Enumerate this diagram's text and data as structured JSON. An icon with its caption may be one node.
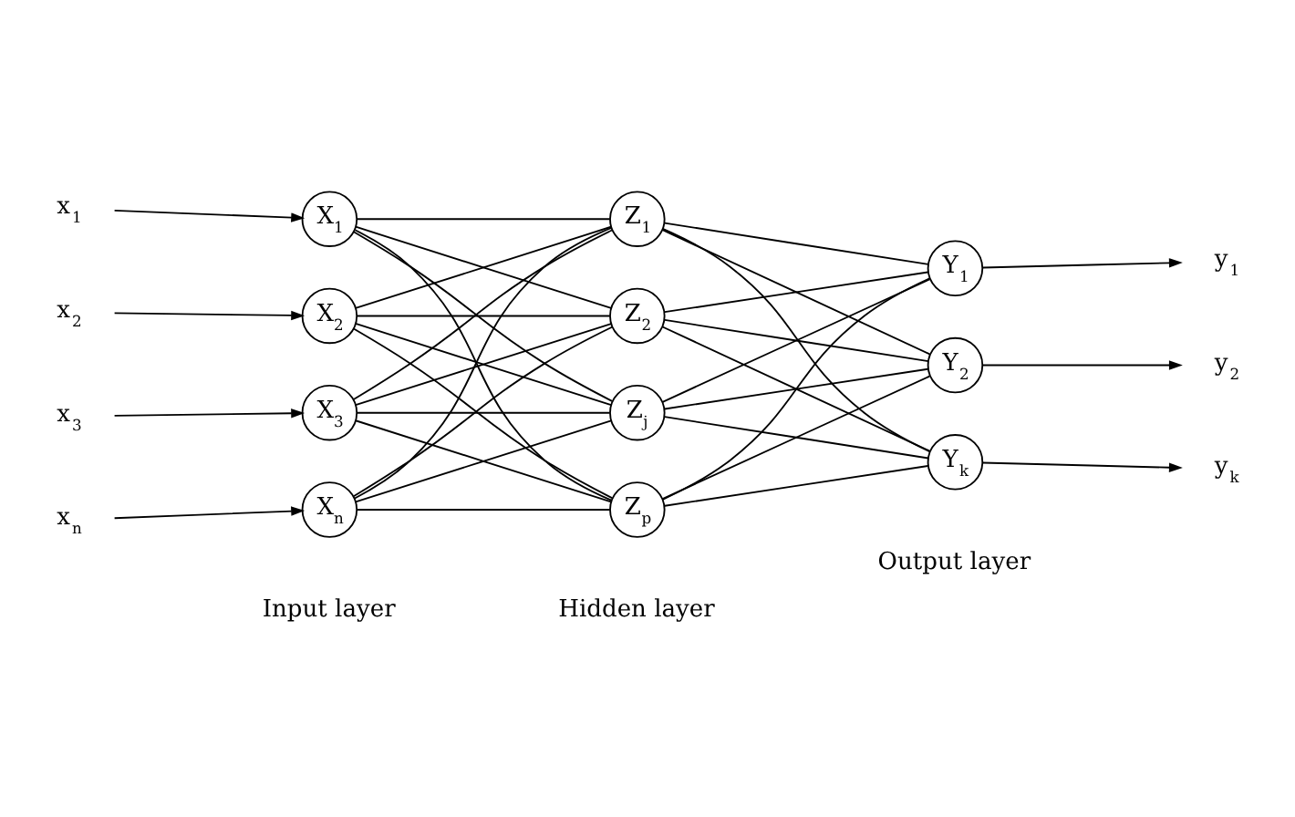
{
  "diagram": {
    "nodes": [
      {
        "text": [
          "x$_{1}$"
        ]
      },
      {
        "text": [
          "x$_{2}$"
        ]
      },
      {
        "text": [
          "x$_{3}$"
        ]
      },
      {
        "text": [
          "x$_{n}$"
        ]
      },
      {
        "text": [
          "X$_{1}$"
        ]
      },
      {
        "text": [
          "X$_{2}$"
        ]
      },
      {
        "text": [
          "X$_{3}$"
        ]
      },
      {
        "text": [
          "X$_{n}$"
        ]
      },
      {
        "text": [
          "Z$_{1}$"
        ]
      },
      {
        "text": [
          "Z$_{2}$"
        ]
      },
      {
        "text": [
          "Z$_{j}$"
        ]
      },
      {
        "text": [
          "Z$_{p}$"
        ]
      },
      {
        "text": [
          "Y$_{1}$"
        ]
      },
      {
        "text": [
          "Y$_{2}$"
        ]
      },
      {
        "text": [
          "Y$_{k}$"
        ]
      },
      {
        "text": [
          "y$_{1}$"
        ]
      },
      {
        "text": [
          "y$_{2}$"
        ]
      },
      {
        "text": [
          "y$_{k}$"
        ]
      }
    ],
    "edges": [
      {
        "from": 0,
        "to": 4,
        "arrow": "to"
      },
      {
        "from": 1,
        "to": 5,
        "arrow": "to"
      },
      {
        "from": 2,
        "to": 6,
        "arrow": "to"
      },
      {
        "from": 3,
        "to": 7,
        "arrow": "to"
      },
      {
        "from": 4,
        "to": 8,
        "arrow": "none"
      },
      {
        "from": 4,
        "to": 9,
        "arrow": "none"
      },
      {
        "from": 4,
        "to": 10,
        "arrow": "none"
      },
      {
        "from": 4,
        "to": 11,
        "arrow": "none"
      },
      {
        "from": 5,
        "to": 8,
        "arrow": "none"
      },
      {
        "from": 5,
        "to": 9,
        "arrow": "none"
      },
      {
        "from": 5,
        "to": 10,
        "arrow": "none"
      },
      {
        "from": 5,
        "to": 11,
        "arrow": "none"
      },
      {
        "from": 6,
        "to": 8,
        "arrow": "none"
      },
      {
        "from": 6,
        "to": 9,
        "arrow": "none"
      },
      {
        "from": 6,
        "to": 10,
        "arrow": "none"
      },
      {
        "from": 6,
        "to": 11,
        "arrow": "none"
      },
      {
        "from": 7,
        "to": 8,
        "arrow": "none"
      },
      {
        "from": 7,
        "to": 9,
        "arrow": "none"
      },
      {
        "from": 7,
        "to": 10,
        "arrow": "none"
      },
      {
        "from": 7,
        "to": 11,
        "arrow": "none"
      },
      {
        "from": 8,
        "to": 12,
        "arrow": "none"
      },
      {
        "from": 8,
        "to": 13,
        "arrow": "none"
      },
      {
        "from": 8,
        "to": 14,
        "arrow": "none"
      },
      {
        "from": 9,
        "to": 12,
        "arrow": "none"
      },
      {
        "from": 9,
        "to": 13,
        "arrow": "none"
      },
      {
        "from": 9,
        "to": 14,
        "arrow": "none"
      },
      {
        "from": 10,
        "to": 12,
        "arrow": "none"
      },
      {
        "from": 10,
        "to": 13,
        "arrow": "none"
      },
      {
        "from": 10,
        "to": 14,
        "arrow": "none"
      },
      {
        "from": 11,
        "to": 12,
        "arrow": "none"
      },
      {
        "from": 11,
        "to": 13,
        "arrow": "none"
      },
      {
        "from": 11,
        "to": 14,
        "arrow": "none"
      },
      {
        "from": 12,
        "to": 15,
        "arrow": "to"
      },
      {
        "from": 13,
        "to": 16,
        "arrow": "to"
      },
      {
        "from": 14,
        "to": 17,
        "arrow": "to"
      }
    ],
    "labels": [
      "Input layer",
      "Hidden layer",
      "Output layer"
    ]
  }
}
